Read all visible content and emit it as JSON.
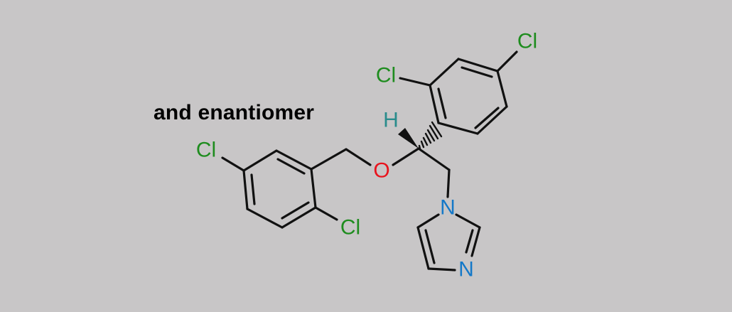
{
  "caption": "and enantiomer",
  "atoms": {
    "cl_top_right": "Cl",
    "cl_upper_left": "Cl",
    "h_stereo": "H",
    "o_ether": "O",
    "cl_left": "Cl",
    "cl_bottom": "Cl",
    "n_imidazole_1": "N",
    "n_imidazole_3": "N"
  },
  "colors": {
    "background": "#c8c6c7",
    "bond": "#111111",
    "chlorine": "#1e8c1e",
    "oxygen": "#e8141e",
    "nitrogen": "#1478c8",
    "hydrogen": "#2a8c8c",
    "caption": "#000000"
  }
}
